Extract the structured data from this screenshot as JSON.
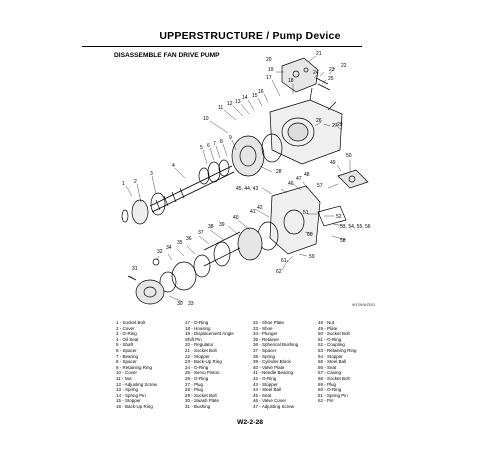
{
  "header": {
    "title": "UPPERSTRUCTURE / Pump Device"
  },
  "section": {
    "title": "DISASSEMBLE FAN DRIVE PUMP"
  },
  "figure": {
    "code": "WYTAVWZE03",
    "callouts": [
      "1",
      "2",
      "3",
      "4",
      "5",
      "6",
      "7",
      "8",
      "9",
      "10",
      "11",
      "12",
      "13",
      "14",
      "15",
      "16",
      "17",
      "18",
      "19",
      "20",
      "21",
      "22",
      "23",
      "24",
      "25",
      "26",
      "27",
      "28",
      "29",
      "30",
      "31",
      "32",
      "33",
      "34",
      "35",
      "36",
      "37",
      "38",
      "39",
      "40",
      "41",
      "42",
      "45, 44, 43",
      "46",
      "47",
      "48",
      "49",
      "50",
      "51",
      "52",
      "53, 54, 55, 56",
      "57",
      "58",
      "59",
      "60",
      "61",
      "62"
    ]
  },
  "legend": {
    "columns": [
      [
        "1 -  Socket Bolt",
        "2 -  Cover",
        "3 -  O-Ring",
        "4 -  Oil Seal",
        "5 -  Shaft",
        "6 -  Spacer",
        "7 -  Bearing",
        "8 -  Spacer",
        "9 -  Retaining Ring",
        "10 - Cover",
        "11 - Nut",
        "12 - Adjusting Screw",
        "13 - Spring",
        "14 - Spring Pin",
        "15 - Stopper",
        "16 - Back-Up Ring"
      ],
      [
        "17 - O-Ring",
        "18 - Housing",
        "19 - Displacement Angle",
        "       Shift Pin",
        "20 - Regulator",
        "21 - Socket Bolt",
        "22 - Stopper",
        "23 - Back-Up Ring",
        "24 - O-Ring",
        "25 - Servo Piston",
        "26 - O-Ring",
        "27 - Plug",
        "28 - Plug",
        "29 - Socket Bolt",
        "30 - Swash Plate",
        "31 - Bushing"
      ],
      [
        "32 - Shoe Plate",
        "33 - Shoe",
        "34 - Plunger",
        "35 - Retainer",
        "36 - Spherical Bushing",
        "37 - Spacer",
        "38 - Spring",
        "39 - Cylinder Block",
        "40 - Valve Plate",
        "41 - Needle Bearing",
        "42 - O-Ring",
        "43 - Stopper",
        "44 - Steel Ball",
        "45 - Seat",
        "46 - Valve Cover",
        "47 - Adjusting Screw"
      ],
      [
        "48 - Nut",
        "49 - Plate",
        "50 - Socket Bolt",
        "51 - O-Ring",
        "52 - Coupling",
        "53 - Retaining Ring",
        "54 - Stopper",
        "55 - Steel Ball",
        "56 - Seat",
        "57 - Casing",
        "58 - Socket Bolt",
        "59 - Plug",
        "60 - O-Ring",
        "61 - Spring Pin",
        "62 - Pin"
      ]
    ]
  },
  "footer": {
    "page_number": "W2-2-28"
  }
}
